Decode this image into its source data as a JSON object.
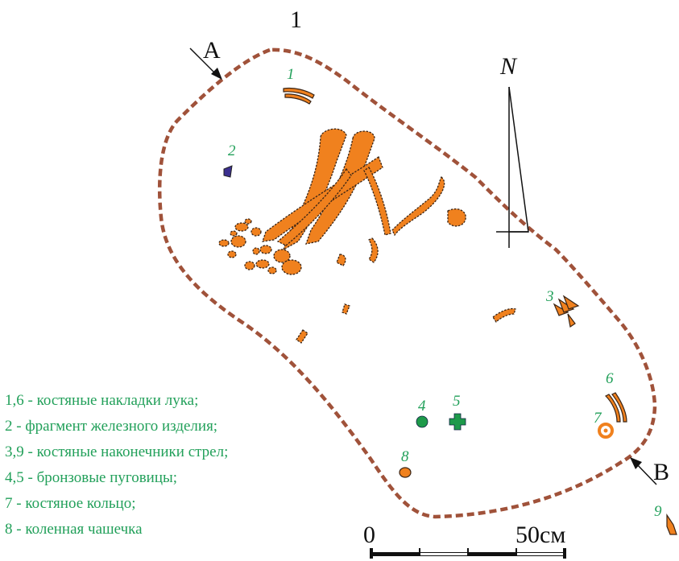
{
  "title": "1",
  "labels": {
    "A": "A",
    "B": "B",
    "north": "N"
  },
  "find_numbers": [
    "1",
    "2",
    "3",
    "4",
    "5",
    "6",
    "7",
    "8",
    "9"
  ],
  "legend": [
    "1,6 - костяные накладки лука;",
    "2 - фрагмент железного изделия;",
    "3,9 - костяные наконечники стрел;",
    "4,5 - бронзовые пуговицы;",
    "7 - костяное кольцо;",
    "8 - коленная чашечка"
  ],
  "scale": {
    "start_label": "0",
    "end_label": "50см"
  },
  "colors": {
    "bone": "#f0811e",
    "bronze": "#1e9a4a",
    "iron": "#3b2f8f",
    "pit_outline": "#a0523a",
    "label_green": "#22a05a"
  }
}
